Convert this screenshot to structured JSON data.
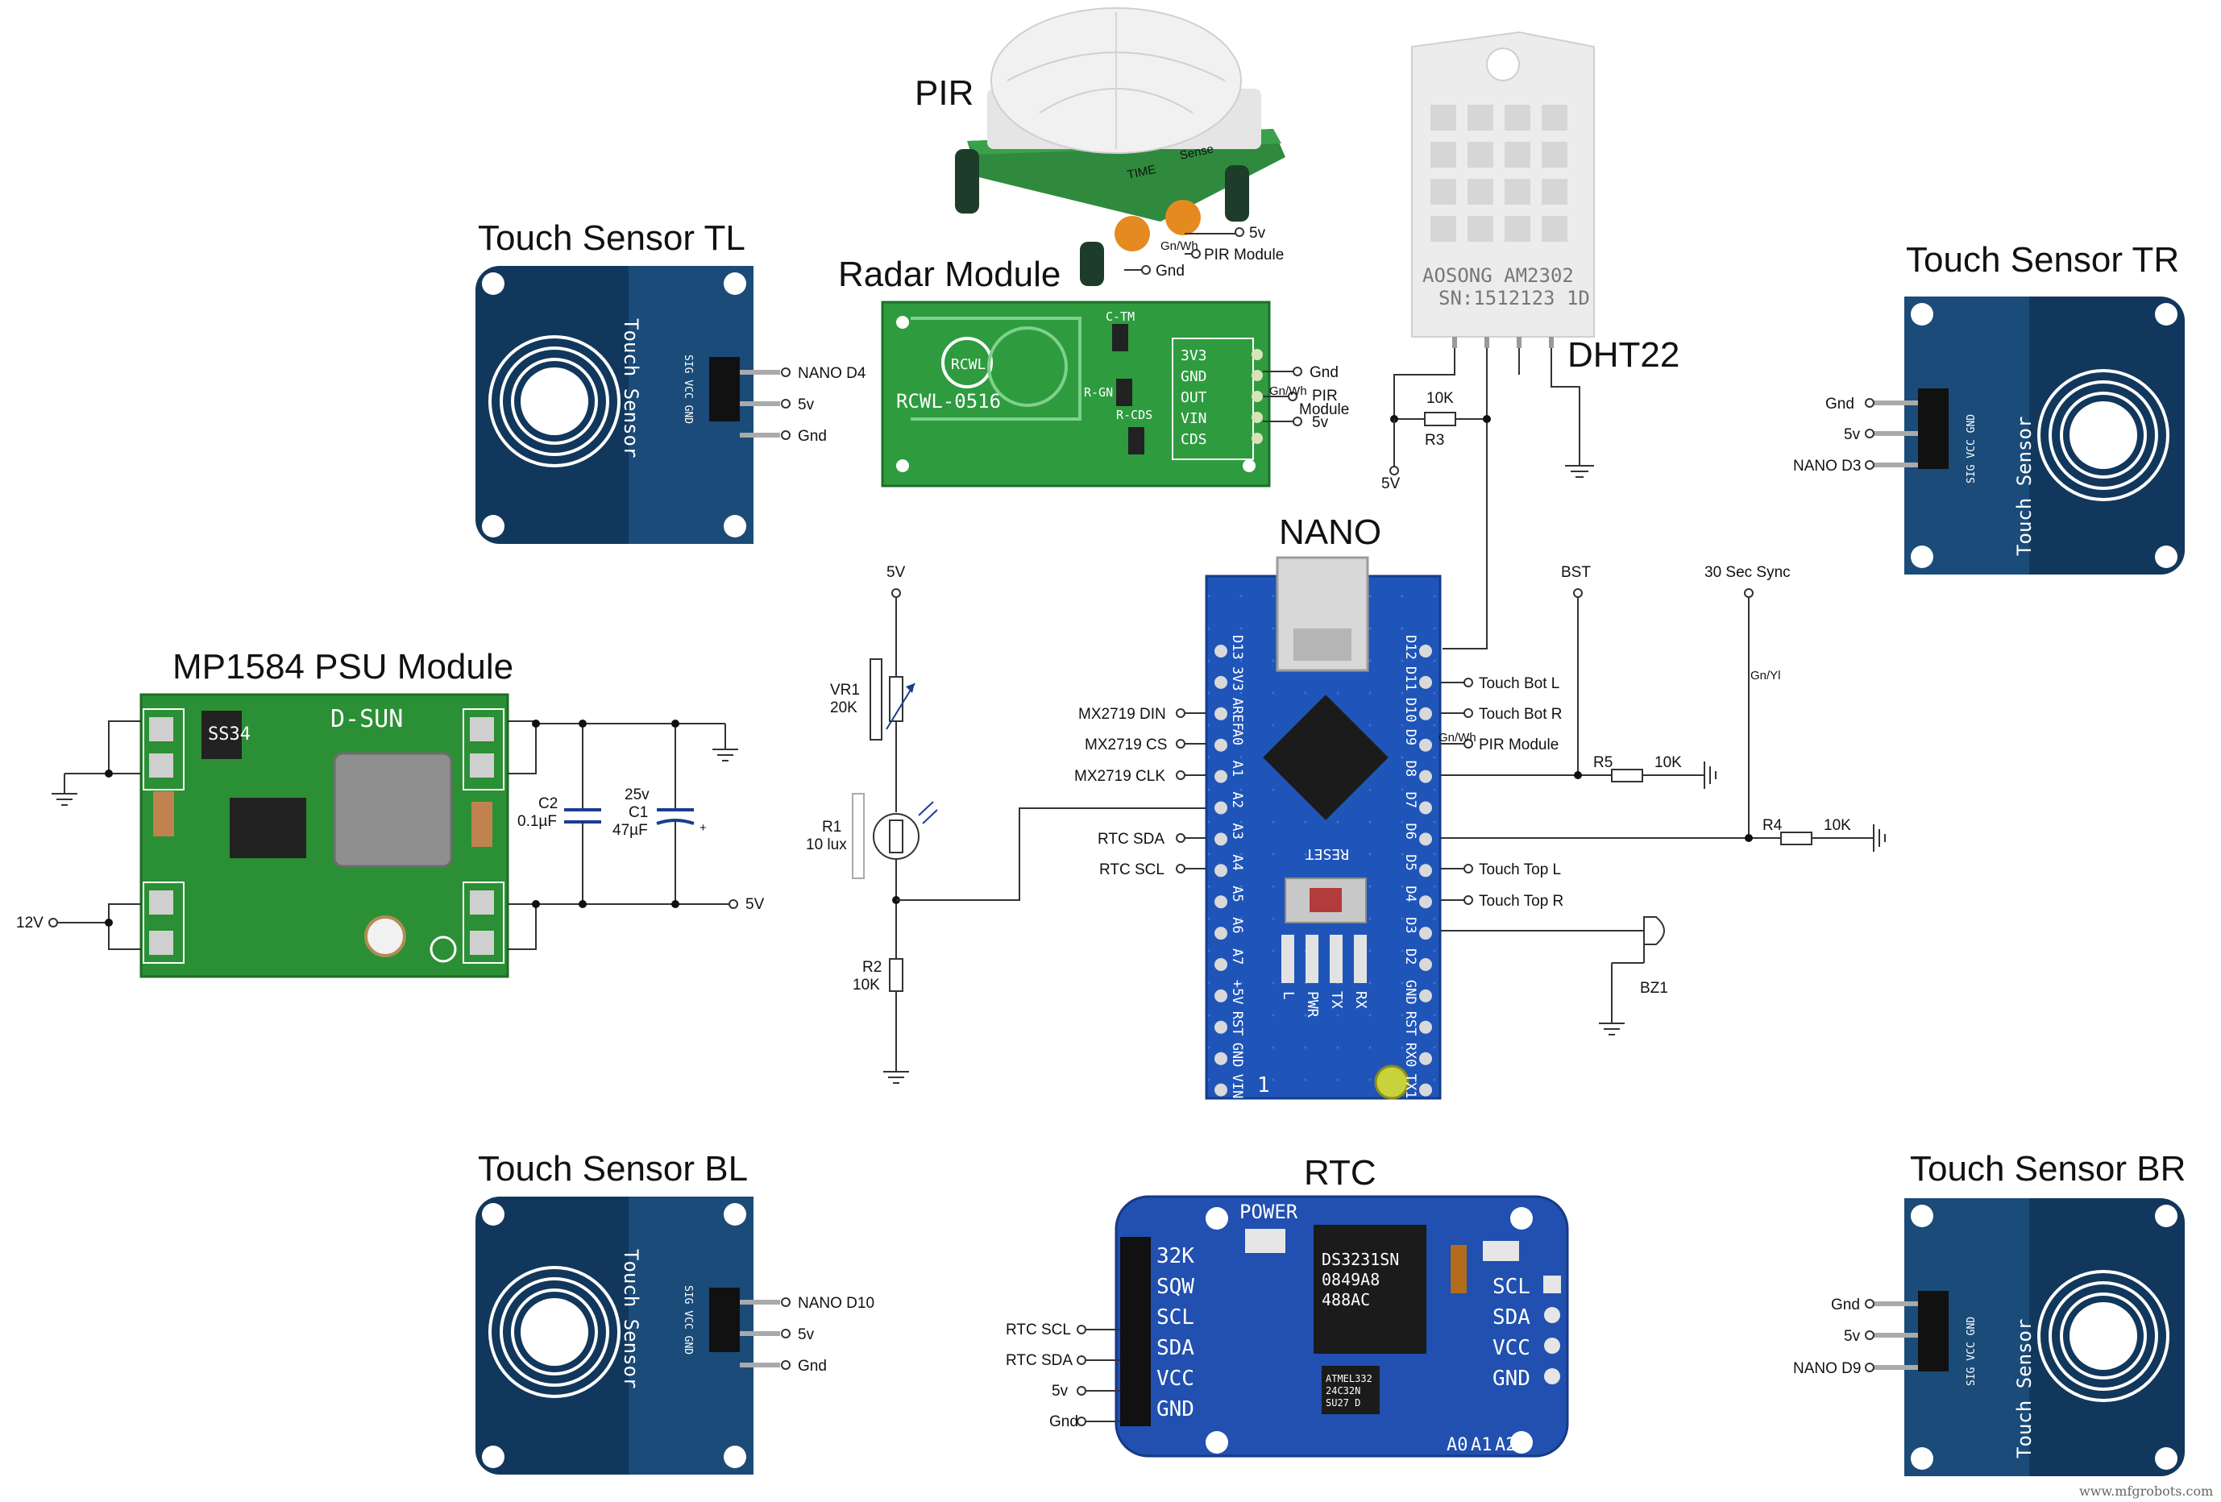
{
  "titles": {
    "pir": "PIR",
    "radar": "Radar Module",
    "touch_tl": "Touch Sensor TL",
    "touch_tr": "Touch Sensor TR",
    "touch_bl": "Touch Sensor BL",
    "touch_br": "Touch Sensor BR",
    "psu": "MP1584 PSU Module",
    "nano": "NANO",
    "rtc": "RTC",
    "dht": "DHT22"
  },
  "pir": {
    "pins": [
      "5v",
      "PIR Module",
      "Gnd"
    ],
    "wire_color": "Gn/Wh",
    "silk": [
      "TIME",
      "Sense"
    ]
  },
  "radar": {
    "pins": [
      "Gnd",
      "PIR",
      "Module",
      "5v"
    ],
    "wire_color": "Gn/Wh",
    "silk_pins": [
      "3V3",
      "GND",
      "OUT",
      "VIN",
      "CDS"
    ],
    "logo": "RCWL",
    "model": "RCWL-0516",
    "silk_parts": [
      "C-TM",
      "R-GN",
      "R-CDS"
    ]
  },
  "touch_tl": {
    "pins": [
      "NANO D4",
      "5v",
      "Gnd"
    ],
    "silk": "Touch Sensor",
    "hdr": "SIG VCC GND"
  },
  "touch_bl": {
    "pins": [
      "NANO D10",
      "5v",
      "Gnd"
    ],
    "silk": "Touch Sensor",
    "hdr": "SIG VCC GND"
  },
  "touch_tr": {
    "pins": [
      "Gnd",
      "5v",
      "NANO D3"
    ],
    "silk": "Touch Sensor",
    "hdr": "SIG VCC GND"
  },
  "touch_br": {
    "pins": [
      "Gnd",
      "5v",
      "NANO D9"
    ],
    "silk": "Touch Sensor",
    "hdr": "SIG VCC GND"
  },
  "dht": {
    "brand": "AOSONG AM2302",
    "serial": "SN:1512123 1D",
    "r3_value": "10K",
    "r3_name": "R3",
    "supply": "5V"
  },
  "psu": {
    "brand": "D-SUN",
    "ss": "SS34",
    "c2_name": "C2",
    "c2_value": "0.1µF",
    "c1_rating": "25v",
    "c1_name": "C1",
    "c1_value": "47µF",
    "plus": "+",
    "input": "12V",
    "output": "5V"
  },
  "ldr": {
    "supply": "5V",
    "vr1_name": "VR1",
    "vr1_value": "20K",
    "r1_name": "R1",
    "r1_value": "10 lux",
    "r2_name": "R2",
    "r2_value": "10K"
  },
  "nano": {
    "left_pins": [
      "D13",
      "3V3",
      "AREF",
      "A0",
      "A1",
      "A2",
      "A3",
      "A4",
      "A5",
      "A6",
      "A7",
      "+5V",
      "RST",
      "GND",
      "VIN"
    ],
    "right_pins": [
      "D12",
      "D11",
      "D10",
      "D9",
      "D8",
      "D7",
      "D6",
      "D5",
      "D4",
      "D3",
      "D2",
      "GND",
      "RST",
      "RX0",
      "TX1"
    ],
    "left_labels": [
      "MX2719 DIN",
      "MX2719 CS",
      "MX2719 CLK",
      "RTC SDA",
      "RTC SCL"
    ],
    "right_labels": [
      "Touch Bot L",
      "Touch Bot R",
      "PIR Module",
      "Touch Top L",
      "Touch Top R"
    ],
    "wire_color": "Gn/Wh",
    "reset": "RESET",
    "leds": [
      "L",
      "PWR",
      "TX",
      "RX"
    ],
    "one": "1"
  },
  "right_net": {
    "bst": "BST",
    "sync": "30 Sec Sync",
    "wire_color": "Gn/Yl",
    "r5_name": "R5",
    "r5_value": "10K",
    "r4_name": "R4",
    "r4_value": "10K",
    "buzzer": "BZ1"
  },
  "rtc": {
    "power": "POWER",
    "left_pins": [
      "32K",
      "SQW",
      "SCL",
      "SDA",
      "VCC",
      "GND"
    ],
    "right_pins": [
      "SCL",
      "SDA",
      "VCC",
      "GND"
    ],
    "wire_labels": [
      "RTC SCL",
      "RTC SDA",
      "5v",
      "Gnd"
    ],
    "chip_lines": [
      "DS3231SN",
      "0849A8",
      "488AC"
    ],
    "eeprom_lines": [
      "ATMEL332",
      "24C32N",
      "SU27 D"
    ],
    "addr": [
      "A0",
      "A1",
      "A2"
    ]
  },
  "colors": {
    "touch_pcb": "#12375c",
    "radar_pcb": "#2e9b3f",
    "psu_pcb": "#2b8f35",
    "nano_pcb": "#1f55b8",
    "rtc_pcb": "#2150b0",
    "dht_body": "#ececec"
  },
  "watermark": "www.mfgrobots.com"
}
